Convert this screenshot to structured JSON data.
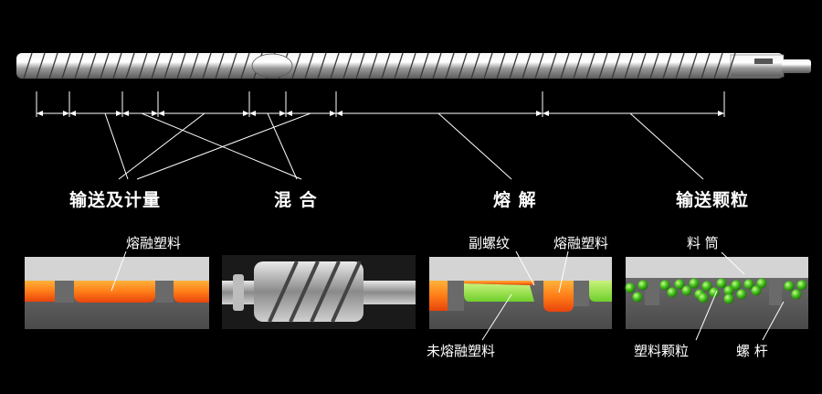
{
  "zones": {
    "conveying_metering": "输送及计量",
    "mixing": "混 合",
    "melting": "熔 解",
    "conveying_granules": "输送颗粒"
  },
  "callouts": {
    "melt_plastic_1": "熔融塑料",
    "secondary_flight": "副螺纹",
    "melt_plastic_2": "熔融塑料",
    "unmelted_plastic": "未熔融塑料",
    "barrel": "料 筒",
    "plastic_granules": "塑料颗粒",
    "screw": "螺 杆"
  },
  "colors": {
    "background": "#000000",
    "melt": "#ff7a1a",
    "unmelted": "#8ee04a",
    "granule": "#46c21e",
    "barrel_metal": "#b9b9b9",
    "screw_body": "#606060"
  }
}
